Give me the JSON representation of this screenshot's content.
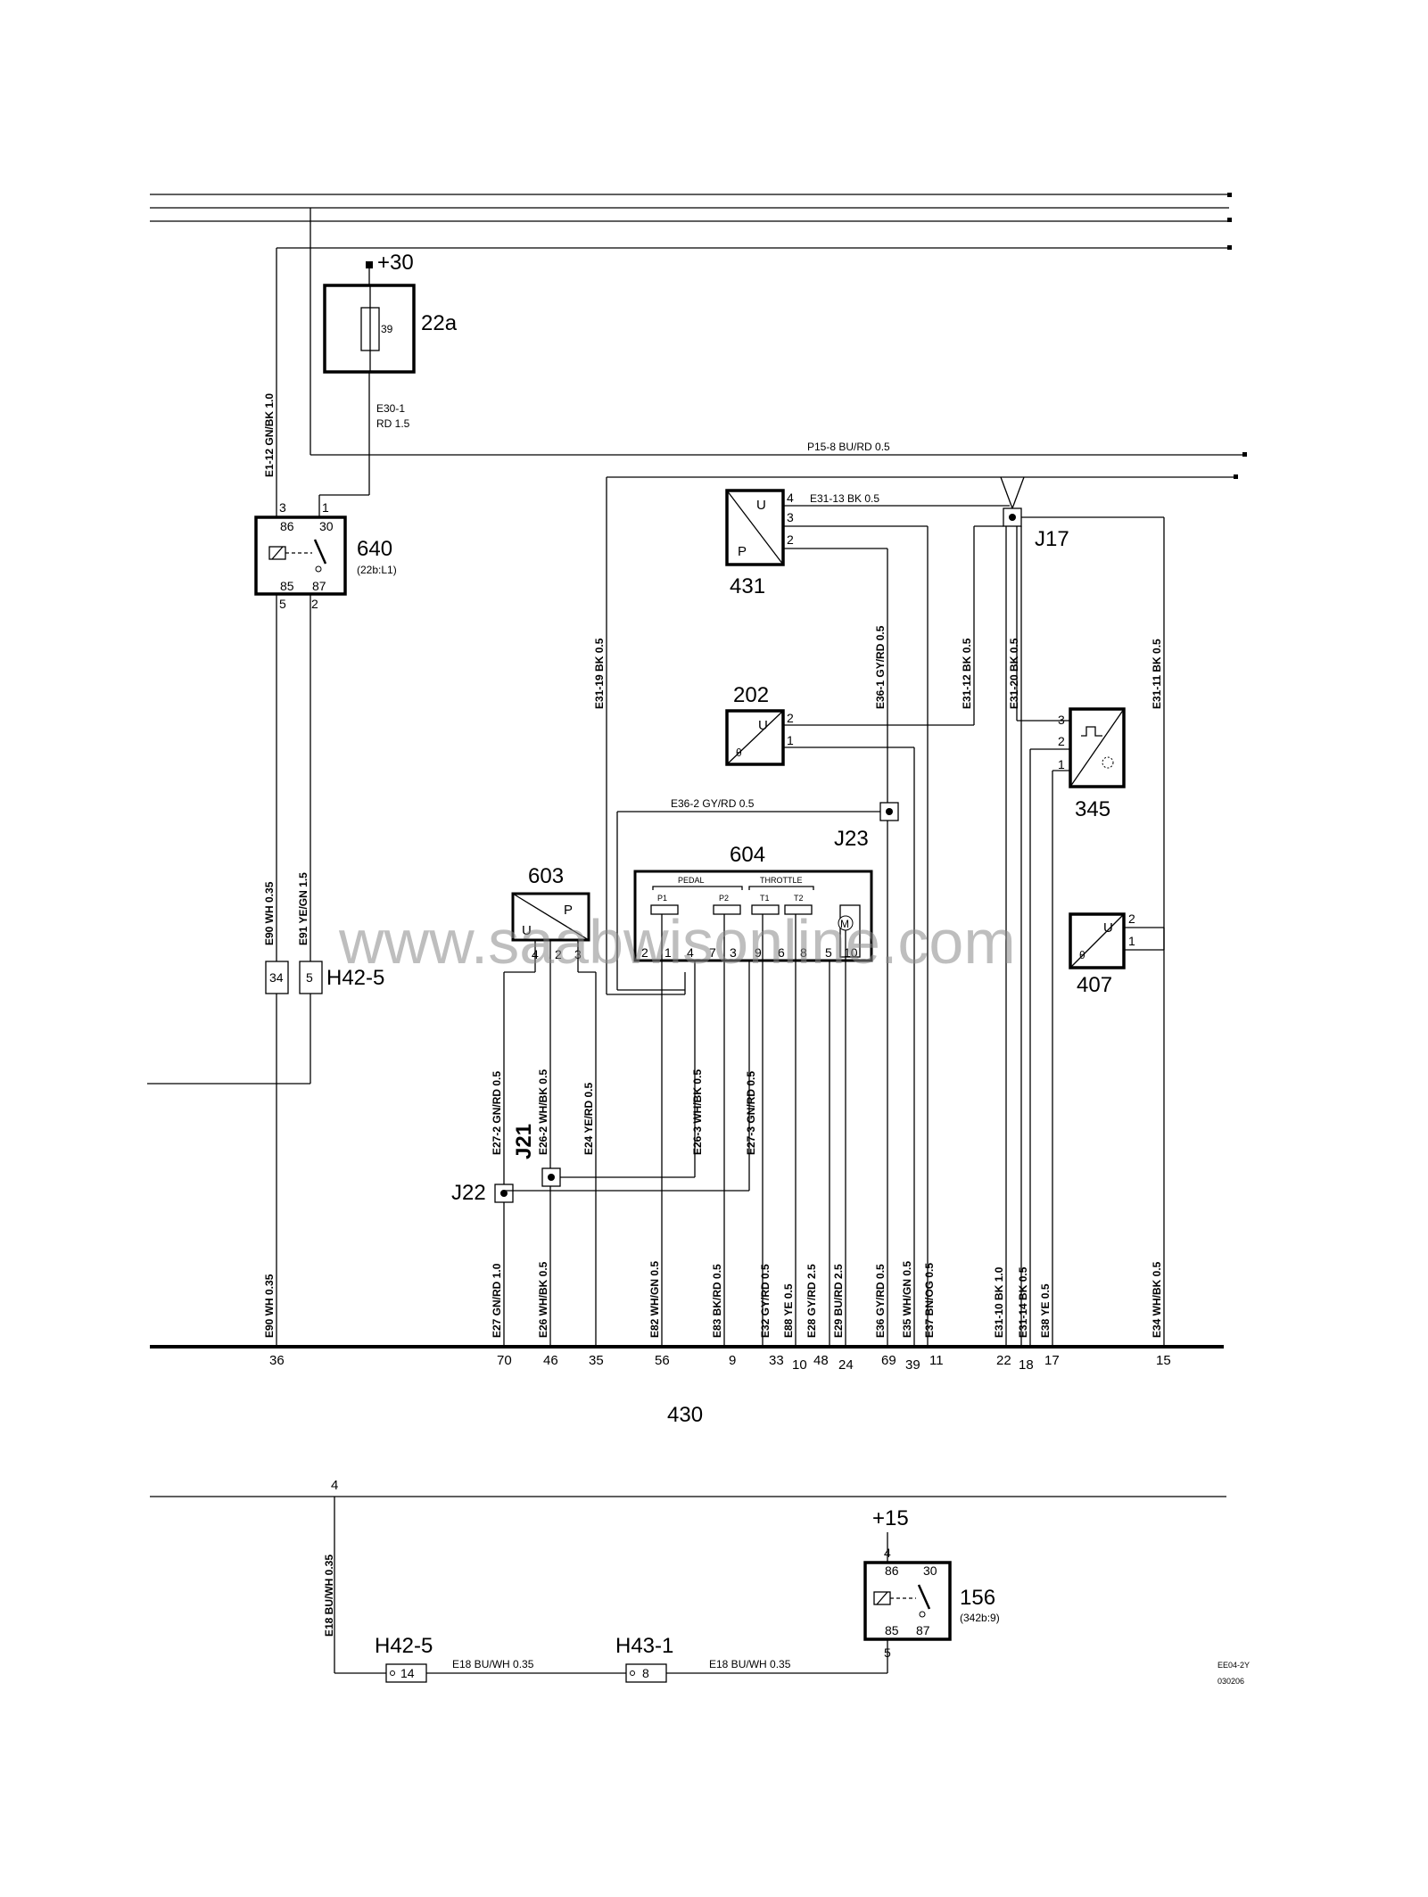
{
  "watermark": "www.saabwisonline.com",
  "components": {
    "fuse": {
      "id": "22a",
      "number": "39",
      "supply": "+30",
      "wire": "E30-1",
      "spec": "RD   1.5"
    },
    "relay_640": {
      "id": "640",
      "ref": "(22b:L1)",
      "p86": "86",
      "p30": "30",
      "p85": "85",
      "p87": "87",
      "c3": "3",
      "c1": "1",
      "c5": "5",
      "c2": "2"
    },
    "relay_156": {
      "id": "156",
      "ref": "(342b:9)",
      "supply": "+15",
      "p86": "86",
      "p30": "30",
      "p85": "85",
      "p87": "87",
      "c4": "4",
      "c5": "5"
    },
    "c431": {
      "id": "431",
      "u": "U",
      "p": "P",
      "pins": [
        "4",
        "3",
        "2"
      ]
    },
    "c202": {
      "id": "202",
      "u": "U",
      "pins": [
        "2",
        "1"
      ]
    },
    "c345": {
      "id": "345",
      "pins": [
        "3",
        "2",
        "1"
      ]
    },
    "c407": {
      "id": "407",
      "u": "U",
      "pins": [
        "2",
        "1"
      ]
    },
    "c603": {
      "id": "603",
      "u": "U",
      "p": "P",
      "pins": [
        "4",
        "2",
        "3"
      ]
    },
    "c604": {
      "id": "604",
      "pedal": "PEDAL",
      "throttle": "THROTTLE",
      "sub": [
        "P1",
        "P2",
        "T1",
        "T2"
      ],
      "motor": "M",
      "pins": [
        "2",
        "1",
        "4",
        "7",
        "3",
        "9",
        "6",
        "8",
        "5",
        "10"
      ]
    },
    "ecu": {
      "id": "430"
    },
    "splices": {
      "j17": "J17",
      "j21": "J21",
      "j22": "J22",
      "j23": "J23"
    },
    "connectors": {
      "h42_5_top": "H42-5",
      "h42_5_p34": "34",
      "h42_5_p5": "5",
      "h42_5_bottom": "H42-5",
      "h42_5_p14": "14",
      "h43_1": "H43-1",
      "h43_1_p8": "8"
    }
  },
  "wires": {
    "p15_8": "P15-8    BU/RD    0.5",
    "e31_13": "E31-13    BK    0.5",
    "e36_2": "E36-2    GY/RD    0.5",
    "e18_a": "E18    BU/WH    0.35",
    "e18_b": "E18    BU/WH    0.35",
    "vertical": [
      "E1-12  GN/BK  1.0",
      "E90  WH  0.35",
      "E91  YE/GN  1.5",
      "E31-19  BK  0.5",
      "E36-1  GY/RD  0.5",
      "E31-12  BK  0.5",
      "E31-20  BK  0.5",
      "E31-11  BK  0.5",
      "E27-2  GN/RD  0.5",
      "E26-2  WH/BK  0.5",
      "E24  YE/RD  0.5",
      "E26-3  WH/BK  0.5",
      "E27-3  GN/RD  0.5",
      "E18  BU/WH  0.35"
    ],
    "bottom": [
      "E90  WH  0.35",
      "E27  GN/RD  1.0",
      "E26  WH/BK  0.5",
      "E82  WH/GN  0.5",
      "E83  BK/RD  0.5",
      "E32  GY/RD  0.5",
      "E88  YE  0.5",
      "E28  GY/RD  2.5",
      "E29  BU/RD  2.5",
      "E36  GY/RD  0.5",
      "E35  WH/GN  0.5",
      "E37  BN/OG  0.5",
      "E31-10  BK  1.0",
      "E31-14  BK  0.5",
      "E38  YE  0.5",
      "E34  WH/BK  0.5"
    ],
    "ecu_pins": [
      "36",
      "70",
      "46",
      "35",
      "56",
      "9",
      "33",
      "10",
      "48",
      "24",
      "69",
      "39",
      "11",
      "22",
      "18",
      "17",
      "15",
      "4"
    ]
  },
  "footer": {
    "code": "EE04-2Y",
    "date": "030206"
  }
}
